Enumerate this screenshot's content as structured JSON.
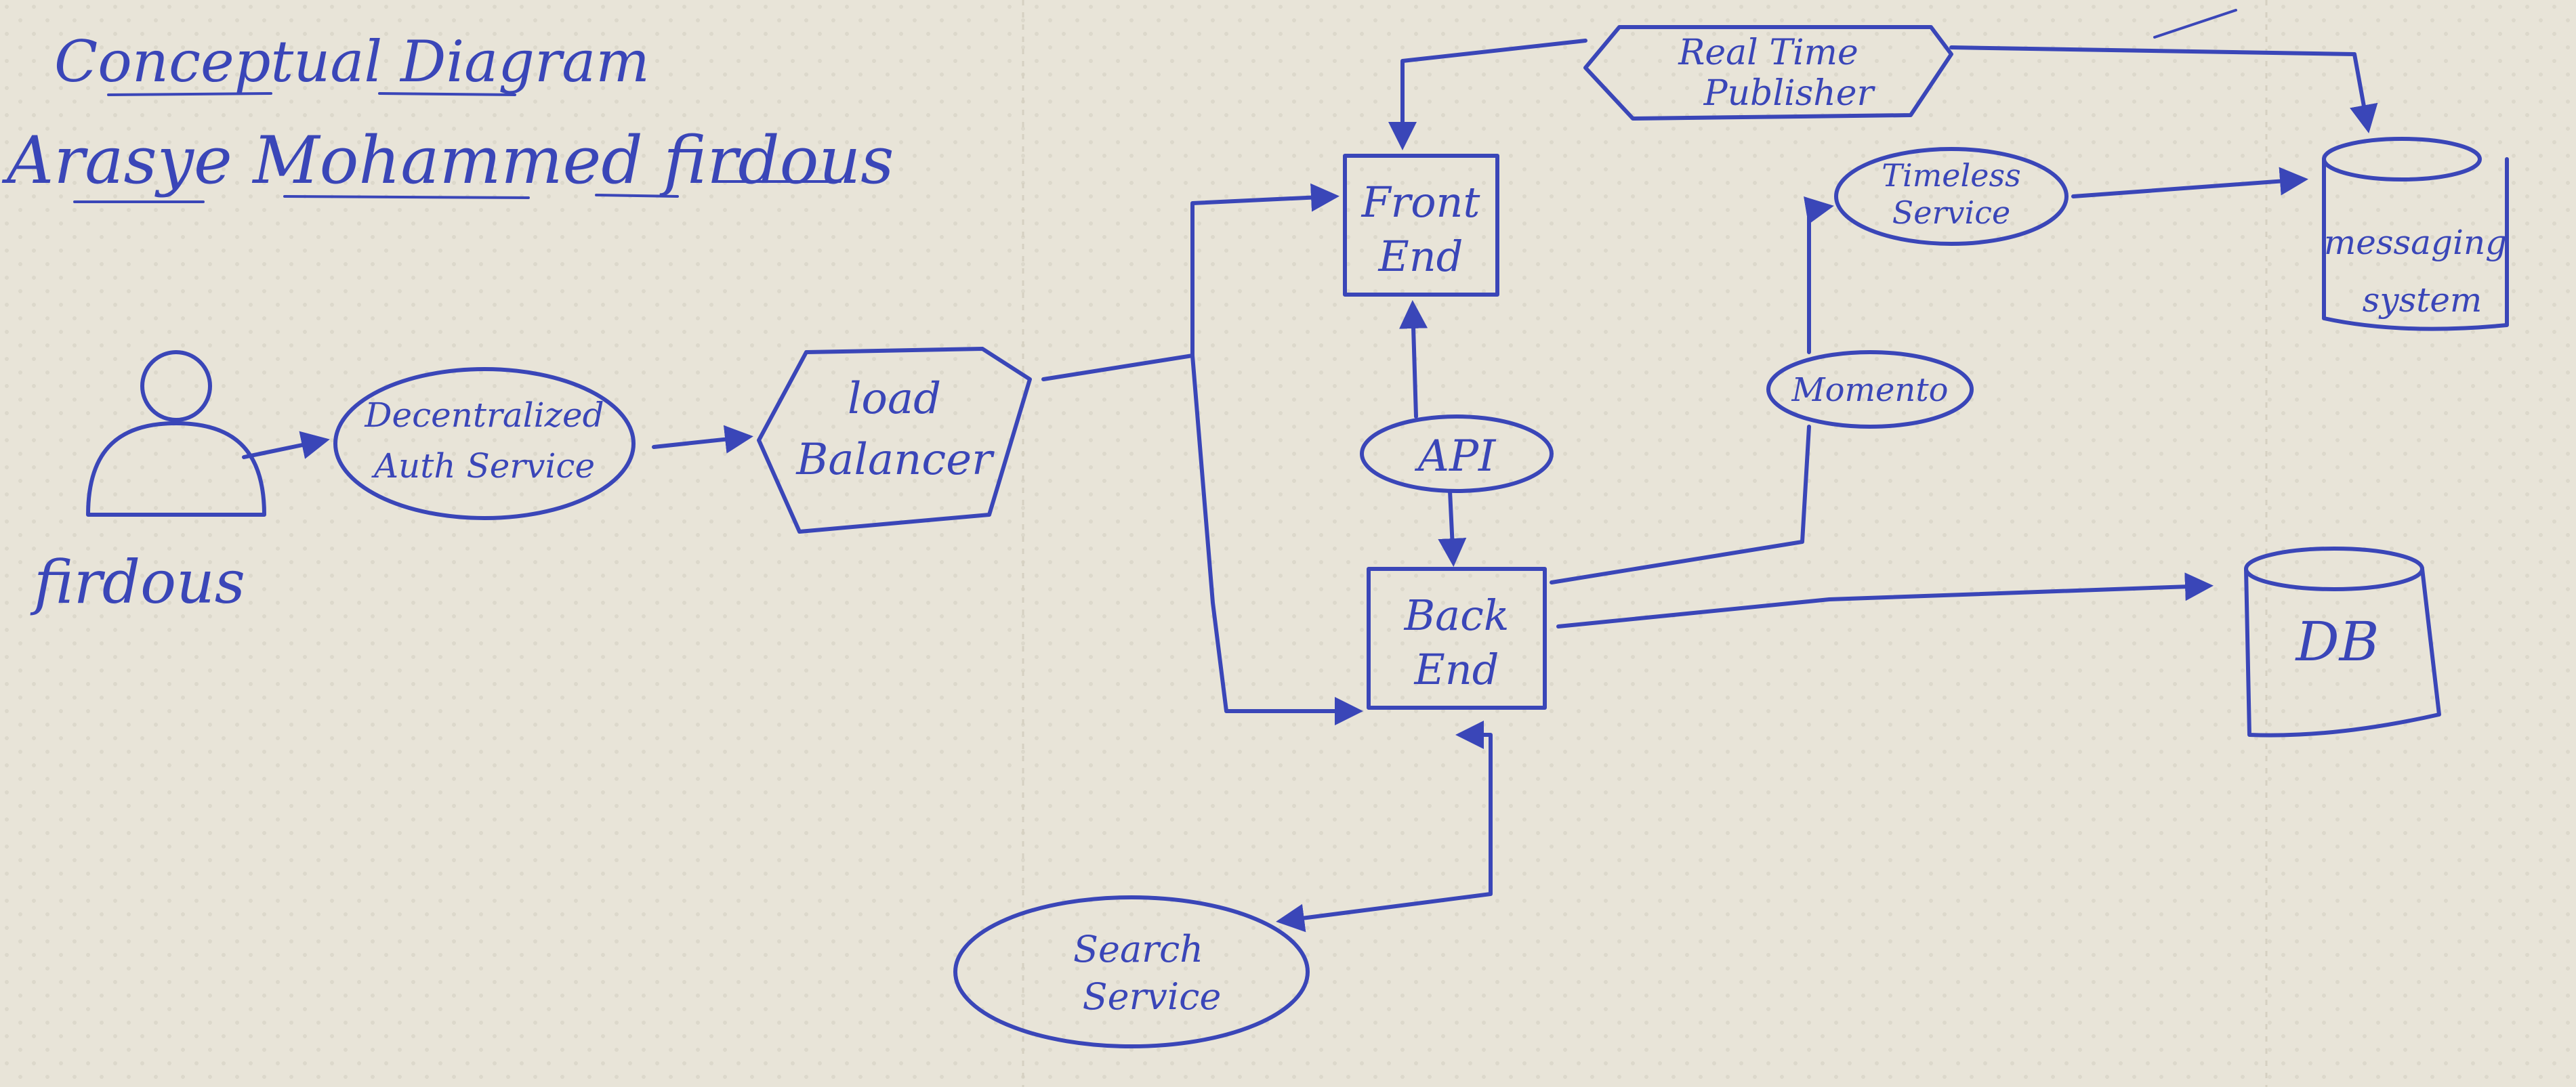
{
  "header": {
    "title": "Conceptual Diagram",
    "author": "Arasye Mohammed firdous"
  },
  "actor": {
    "label": "firdous"
  },
  "nodes": {
    "auth": [
      "Decentralized",
      "Auth Service"
    ],
    "load_balancer": [
      "load",
      "Balancer"
    ],
    "front_end": [
      "Front",
      "End"
    ],
    "api": [
      "API"
    ],
    "back_end": [
      "Back",
      "End"
    ],
    "search": [
      "Search",
      "Service"
    ],
    "realtime": [
      "Real Time",
      "Publisher"
    ],
    "timeless": [
      "Timeless",
      "Service"
    ],
    "momento": [
      "Momento"
    ],
    "messaging": [
      "messaging",
      "system"
    ],
    "db": [
      "DB"
    ]
  },
  "colors": {
    "ink": "#3a46b8",
    "paper": "#e8e4d8"
  }
}
